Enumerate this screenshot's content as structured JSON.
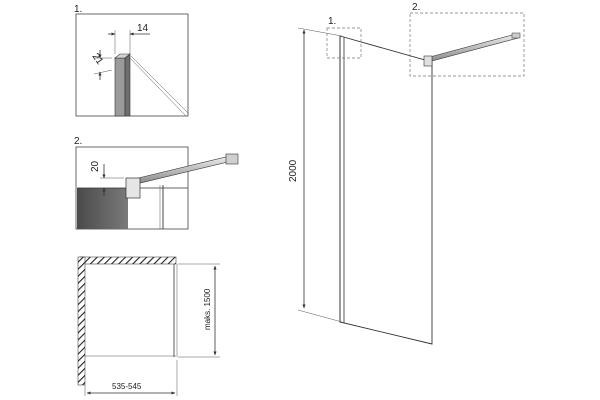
{
  "details": [
    {
      "label": "1.",
      "dims": [
        "14",
        "21"
      ]
    },
    {
      "label": "2.",
      "dims": [
        "20"
      ]
    }
  ],
  "main_view": {
    "callouts": [
      "1.",
      "2."
    ],
    "height": "2000"
  },
  "plan_view": {
    "depth": "maks. 1500",
    "width": "535-545"
  }
}
